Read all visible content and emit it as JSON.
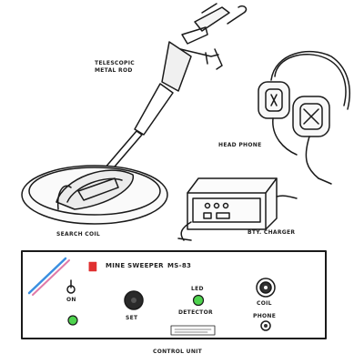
{
  "labels": {
    "telescopic_line1": "TELESCOPIC",
    "telescopic_line2": "METAL ROD",
    "head_phone": "HEAD PHONE",
    "search_coil": "SEARCH COIL",
    "charger": "BTY. CHARGER",
    "control_unit": "CONTROL UNIT"
  },
  "panel": {
    "title": "MINE SWEEPER",
    "model": "MS-83",
    "on_label": "ON",
    "set_label": "SET",
    "led_label": "LED",
    "detector_label": "DETECTOR",
    "coil_label": "COIL",
    "phone_label": "PHONE"
  },
  "colors": {
    "line": "#1a1a1a",
    "led_green": "#4ed34e",
    "logo_red": "#e03030",
    "stripe_blue": "#3a8fe0",
    "stripe_pink": "#e07aa8"
  }
}
